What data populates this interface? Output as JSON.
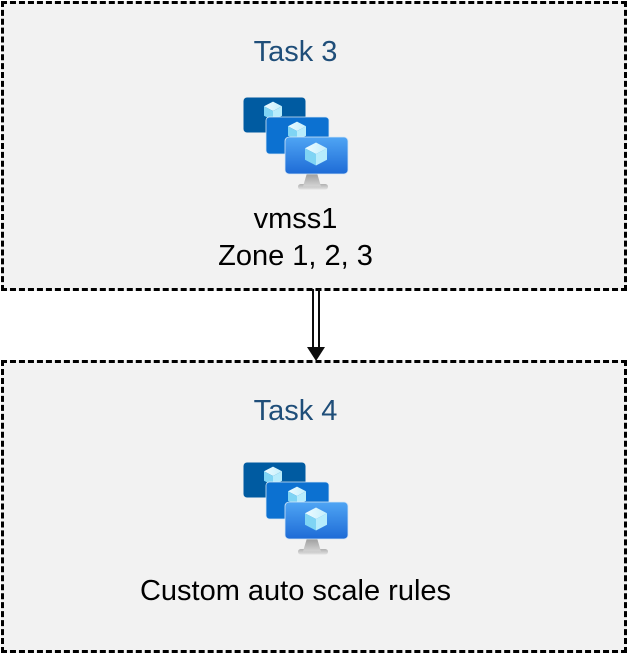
{
  "diagram": {
    "background": "#ffffff",
    "box_background": "#f2f2f2",
    "border_color": "#000000",
    "border_style": "dashed",
    "title_color": "#1f4e79",
    "text_color": "#000000"
  },
  "boxes": [
    {
      "title": "Task 3",
      "icon": "vm-scale-sets-icon",
      "lines": [
        "vmss1",
        "Zone 1, 2, 3"
      ]
    },
    {
      "title": "Task 4",
      "icon": "vm-scale-sets-icon",
      "lines": [
        "Custom auto scale rules"
      ]
    }
  ],
  "connector": {
    "type": "double-line-arrow",
    "direction": "down"
  },
  "icon_colors": {
    "monitor_back": "#005ba1",
    "monitor_middle": "#0c71d1",
    "monitor_front_top": "#4fa5f4",
    "monitor_front_bottom": "#1e6bd6",
    "cube_top": "#def5fe",
    "cube_left": "#7fd4f4",
    "cube_right": "#b7ecfc",
    "stand_dark": "#9a9a9a",
    "stand_light": "#dcdcdc"
  }
}
